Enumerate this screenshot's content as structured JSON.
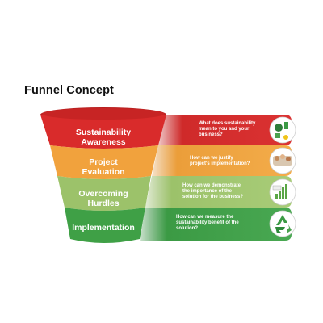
{
  "title": "Funnel Concept",
  "stages": [
    {
      "label": "Sustainability\nAwareness",
      "question": "What does sustainability\nmean to you and your\nbusiness?",
      "color": "#d92b2b",
      "icon": "sustainability-globe-icon"
    },
    {
      "label": "Project\nEvaluation",
      "question": "How can we justify\nproject's implementation?",
      "color": "#f1a23d",
      "icon": "team-handshake-icon"
    },
    {
      "label": "Overcoming\nHurdles",
      "question": "How can we demonstrate\nthe importance of the\nsolution for the business?",
      "color": "#9cc26a",
      "icon": "growth-chart-icon"
    },
    {
      "label": "Implementation",
      "question": "How can we measure the\nsustainability benefit of the\nsolution?",
      "color": "#3fa046",
      "icon": "recycle-icon"
    }
  ]
}
